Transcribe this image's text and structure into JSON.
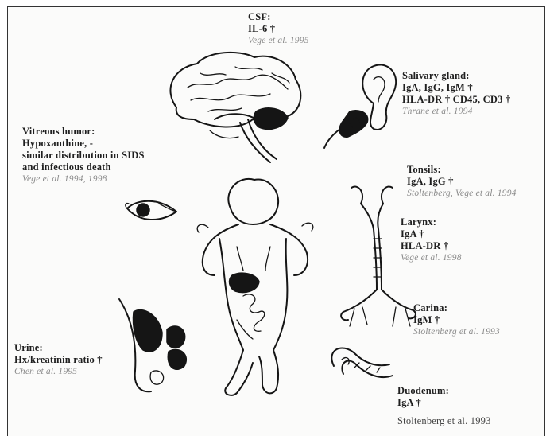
{
  "labels": {
    "csf": {
      "title": "CSF:",
      "line1": "IL-6 †",
      "ref": "Vege et al. 1995"
    },
    "salivary": {
      "title": "Salivary gland:",
      "line1": "IgA, IgG, IgM †",
      "line2": "HLA-DR † CD45, CD3 †",
      "ref": "Thrane et al. 1994"
    },
    "vitreous": {
      "title": "Vitreous humor:",
      "line1": "Hypoxanthine, -",
      "line2": "similar distribution in SIDS",
      "line3": "and infectious death",
      "ref": "Vege et al. 1994, 1998"
    },
    "tonsils": {
      "title": "Tonsils:",
      "line1": "IgA, IgG †",
      "ref": "Stoltenberg, Vege et al. 1994"
    },
    "larynx": {
      "title": "Larynx:",
      "line1": "IgA †",
      "line2": "HLA-DR †",
      "ref": "Vege et al. 1998"
    },
    "carina": {
      "title": "Carina:",
      "line1": "IgM †",
      "ref": "Stoltenberg et al. 1993"
    },
    "urine": {
      "title": "Urine:",
      "line1": "Hx/kreatinin ratio †",
      "ref": "Chen et al. 1995"
    },
    "duodenum": {
      "title": "Duodenum:",
      "line1": "IgA †",
      "ref": "Stoltenberg et al. 1993"
    }
  }
}
